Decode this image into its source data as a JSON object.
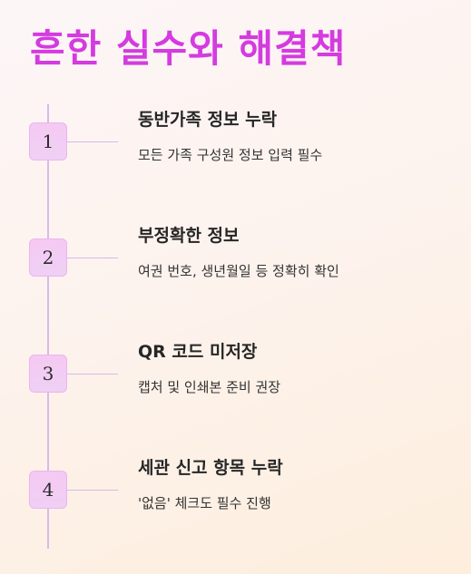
{
  "header": {
    "title": "흔한 실수와 해결책"
  },
  "steps": [
    {
      "number": "1",
      "title": "동반가족 정보 누락",
      "description": "모든 가족 구성원 정보 입력 필수"
    },
    {
      "number": "2",
      "title": "부정확한 정보",
      "description": "여권 번호, 생년월일 등 정확히 확인"
    },
    {
      "number": "3",
      "title": "QR 코드 미저장",
      "description": "캡처 및 인쇄본 준비 권장"
    },
    {
      "number": "4",
      "title": "세관 신고 항목 누락",
      "description": "'없음' 체크도 필수 진행"
    }
  ],
  "colors": {
    "title": "#d43be0",
    "badge_fill": "#f5c9f2",
    "rail": "#d9b9e6"
  }
}
